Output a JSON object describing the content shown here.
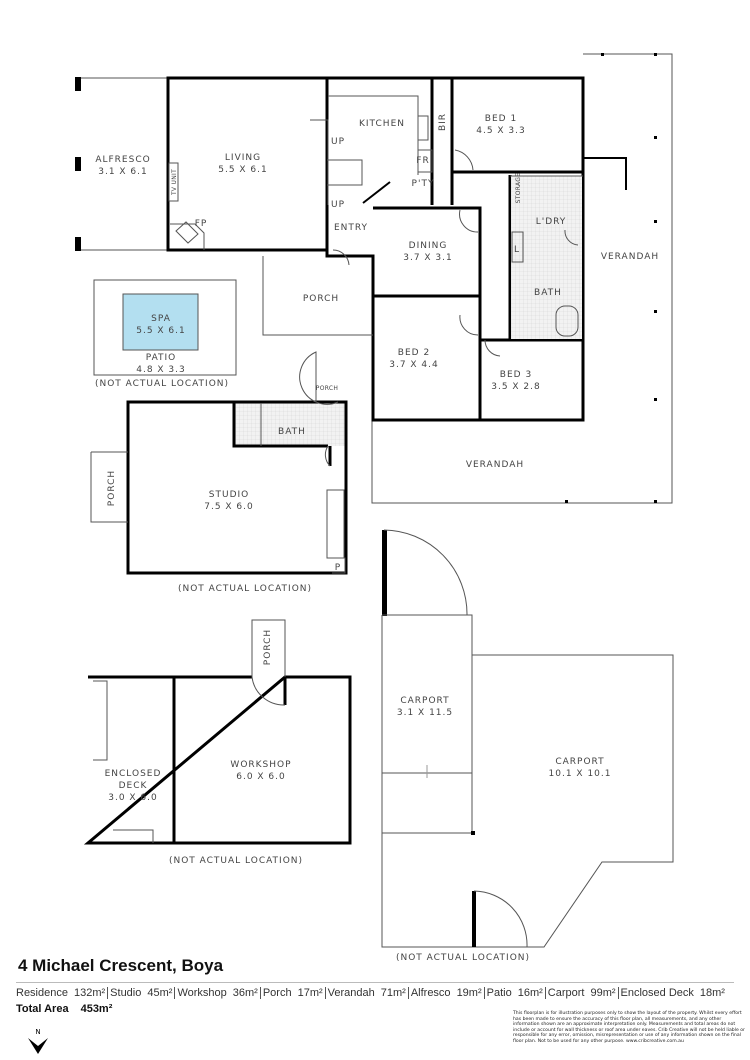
{
  "property": {
    "address": "4 Michael Crescent, Boya"
  },
  "rooms": {
    "alfresco": {
      "name": "ALFRESCO",
      "size": "3.1 X 6.1"
    },
    "living": {
      "name": "LIVING",
      "size": "5.5 X 6.1"
    },
    "kitchen": {
      "name": "KITCHEN"
    },
    "bir": "BIR",
    "fr": "FR",
    "pantry": "P'TY",
    "bed1": {
      "name": "BED 1",
      "size": "4.5 X 3.3"
    },
    "tv_unit": "TV UNIT",
    "fp": "FP",
    "up1": "UP",
    "up2": "UP",
    "entry": "ENTRY",
    "dining": {
      "name": "DINING",
      "size": "3.7 X 3.1"
    },
    "laundry": "L'DRY",
    "storage": "STORAGE",
    "linen": "L",
    "bath": "BATH",
    "porch": "PORCH",
    "bed2": {
      "name": "BED 2",
      "size": "3.7 X 4.4"
    },
    "bed3": {
      "name": "BED 3",
      "size": "3.5 X 2.8"
    },
    "verandah_right": "VERANDAH",
    "verandah_bottom": "VERANDAH",
    "spa": {
      "name": "SPA",
      "size": "5.5 X 6.1"
    },
    "patio": {
      "name": "PATIO",
      "size": "4.8 X 3.3"
    },
    "studio_porch_small": "PORCH",
    "studio_bath": "BATH",
    "studio_porch": "PORCH",
    "studio": {
      "name": "STUDIO",
      "size": "7.5 X 6.0"
    },
    "studio_pantry": "P",
    "workshop_porch": "PORCH",
    "enclosed_deck": {
      "name1": "ENCLOSED",
      "name2": "DECK",
      "size": "3.0 X 6.0"
    },
    "workshop": {
      "name": "WORKSHOP",
      "size": "6.0 X 6.0"
    },
    "carport_small": {
      "name": "CARPORT",
      "size": "3.1 X 11.5"
    },
    "carport_large": {
      "name": "CARPORT",
      "size": "10.1 X 10.1"
    }
  },
  "notes": {
    "patio": "(NOT ACTUAL LOCATION)",
    "studio": "(NOT ACTUAL LOCATION)",
    "workshop": "(NOT ACTUAL LOCATION)",
    "carport": "(NOT ACTUAL LOCATION)"
  },
  "areas": [
    {
      "label": "Residence",
      "value": "132m²"
    },
    {
      "label": "Studio",
      "value": "45m²"
    },
    {
      "label": "Workshop",
      "value": "36m²"
    },
    {
      "label": "Porch",
      "value": "17m²"
    },
    {
      "label": "Verandah",
      "value": "71m²"
    },
    {
      "label": "Alfresco",
      "value": "19m²"
    },
    {
      "label": "Patio",
      "value": "16m²"
    },
    {
      "label": "Carport",
      "value": "99m²"
    },
    {
      "label": "Enclosed Deck",
      "value": "18m²"
    }
  ],
  "total": {
    "label": "Total Area",
    "value": "453m²"
  },
  "compass": {
    "label": "N",
    "icon": "north-arrow-icon"
  },
  "disclaimer": "This floorplan is for illustration purposes only to show the layout of the property. Whilst every effort has been made to ensure the accuracy of this floor plan, all measurements, and any other information shown are an approximate interpretation only. Measurements and total areas do not include or account for wall thickness or roof area under eaves. Crib Creative will not be held liable or responsible for any error, omission, misrepresentation or use of any information shown on the final floor plan. Not to be used for any other purpose. www.cribcreative.com.au",
  "colors": {
    "spa": "#b3dff0",
    "wall": "#000000",
    "tile": "#e4e4e4"
  }
}
